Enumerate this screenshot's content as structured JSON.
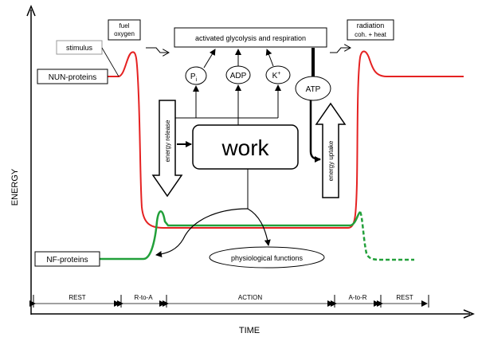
{
  "axes": {
    "y_label": "ENERGY",
    "x_label": "TIME"
  },
  "labels": {
    "stimulus": "stimulus",
    "fuel": "fuel",
    "oxygen": "oxygen",
    "activated": "activated glycolysis and respiration",
    "radiation": "radiation",
    "radiation_sub": "coh. + heat",
    "nun_proteins": "NUN-proteins",
    "nf_proteins": "NF-proteins",
    "pi": "P",
    "pi_sub": "i",
    "adp": "ADP",
    "k": "K",
    "k_sup": "+",
    "atp": "ATP",
    "work": "work",
    "energy_release": "energy release",
    "energy_uptake": "energy uptake",
    "physiological": "physiological functions"
  },
  "phases": [
    {
      "label": "REST"
    },
    {
      "label": "R-to-A"
    },
    {
      "label": "ACTION"
    },
    {
      "label": "A-to-R"
    },
    {
      "label": "REST"
    }
  ],
  "colors": {
    "nun_curve": "#e52222",
    "nf_curve": "#22a03a",
    "line": "#000000",
    "box_border": "#000000"
  }
}
